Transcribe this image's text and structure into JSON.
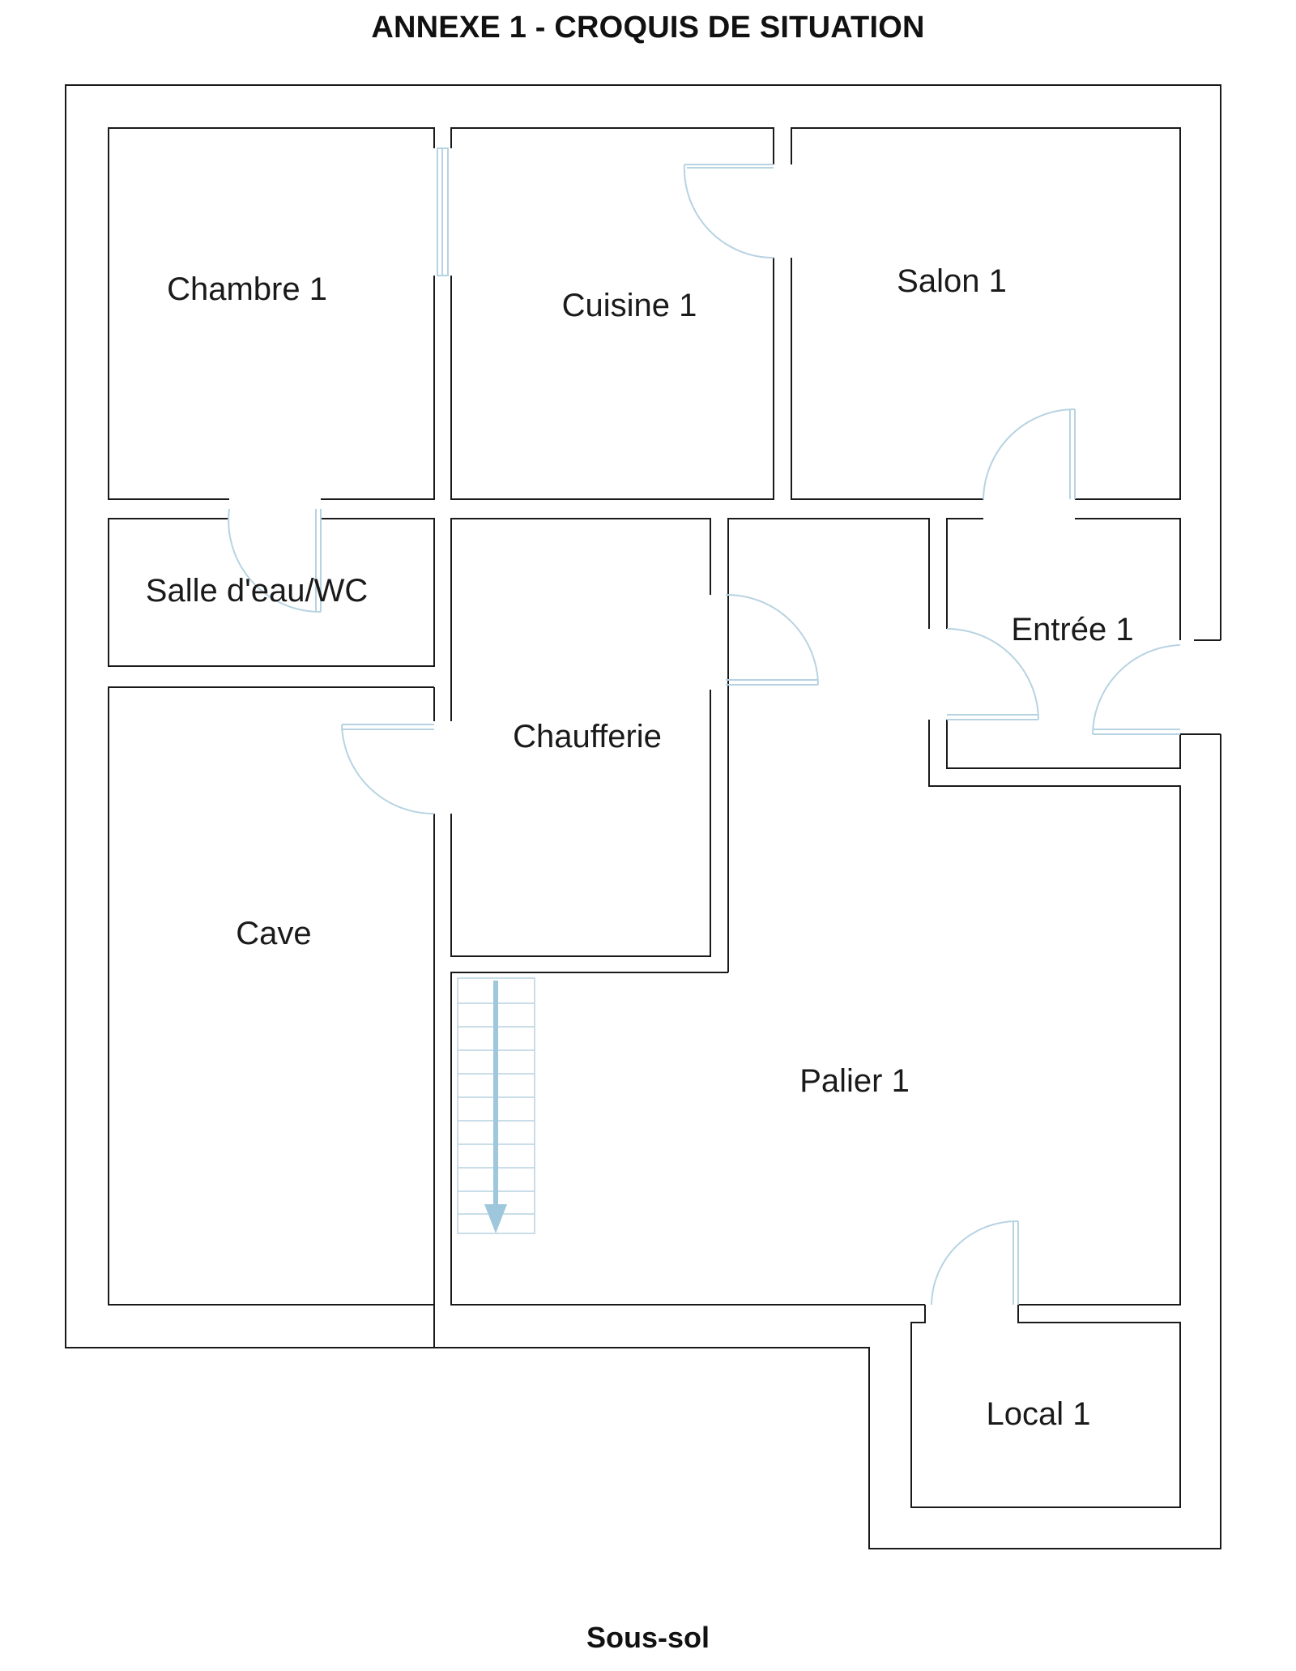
{
  "header": {
    "title": "ANNEXE 1 - CROQUIS DE SITUATION"
  },
  "footer": {
    "level": "Sous-sol"
  },
  "rooms": {
    "chambre": "Chambre 1",
    "cuisine": "Cuisine 1",
    "salon": "Salon 1",
    "salle_eau": "Salle d'eau/WC",
    "chaufferie": "Chaufferie",
    "entree": "Entrée 1",
    "cave": "Cave",
    "palier": "Palier 1",
    "local": "Local 1"
  },
  "colors": {
    "wall": "#1a1a1a",
    "door": "#b7d3e2",
    "stair_arrow": "#9fc7dc"
  },
  "icons": {
    "door": "door-swing-icon",
    "stairs": "staircase-down-icon"
  }
}
